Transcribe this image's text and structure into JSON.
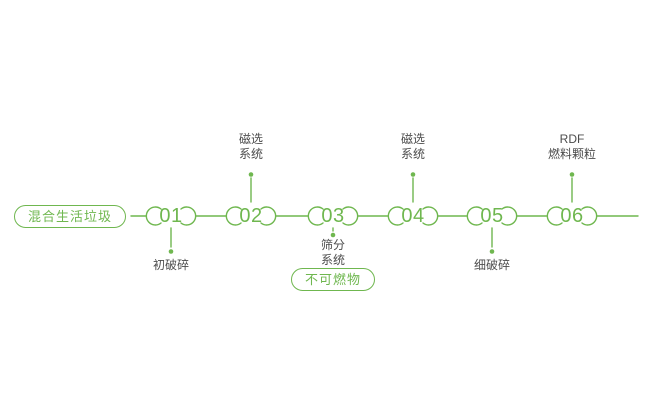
{
  "colors": {
    "green": "#6fb74f",
    "label_text": "#4c4c4c",
    "background": "#ffffff"
  },
  "flow": {
    "start_badge": "混合生活垃圾",
    "steps": [
      {
        "number": "01",
        "label": "初破碎",
        "side": "below"
      },
      {
        "number": "02",
        "label": "磁选\n系统",
        "side": "above"
      },
      {
        "number": "03",
        "label": "筛分\n系统",
        "side": "below",
        "badge": "不可燃物"
      },
      {
        "number": "04",
        "label": "磁选\n系统",
        "side": "above"
      },
      {
        "number": "05",
        "label": "细破碎",
        "side": "below"
      },
      {
        "number": "06",
        "label": "RDF\n燃料颗粒",
        "side": "above"
      }
    ]
  }
}
